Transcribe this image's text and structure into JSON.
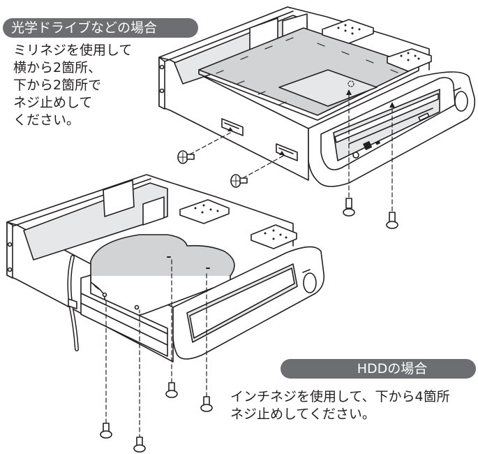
{
  "optical": {
    "heading": "光学ドライブなどの場合",
    "instruction": "ミリネジを使用して\n横から2箇所、\n下から2箇所で\nネジ止めして\nください。"
  },
  "hdd": {
    "heading": "HDDの場合",
    "instruction": "インチネジを使用して、下から4箇所\nネジ止めしてください。"
  },
  "colors": {
    "line": "#231f20",
    "metal_fill": "#ffffff",
    "panel_shade": "#e6e7e8",
    "drive_shade": "#d1d3d4",
    "pill": "#6d6e71"
  }
}
